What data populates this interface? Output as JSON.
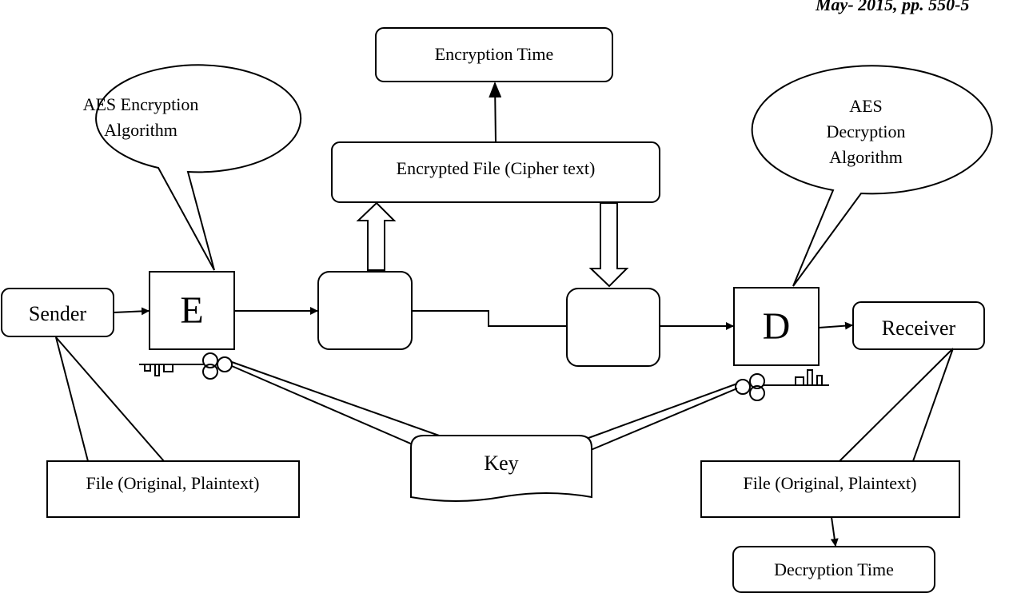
{
  "header": {
    "citation": "May- 2015, pp. 550-5"
  },
  "nodes": {
    "encryption_time": "Encryption Time",
    "aes_encryption_callout": [
      "AES Encryption",
      "Algorithm"
    ],
    "encrypted_file": "Encrypted File (Cipher text)",
    "aes_decryption_callout": [
      "AES",
      "Decryption",
      "Algorithm"
    ],
    "sender": "Sender",
    "encrypt_box": "E",
    "decrypt_box": "D",
    "receiver": "Receiver",
    "key": "Key",
    "file_original_left": "File (Original, Plaintext)",
    "file_original_right": "File (Original, Plaintext)",
    "decryption_time": "Decryption Time"
  }
}
